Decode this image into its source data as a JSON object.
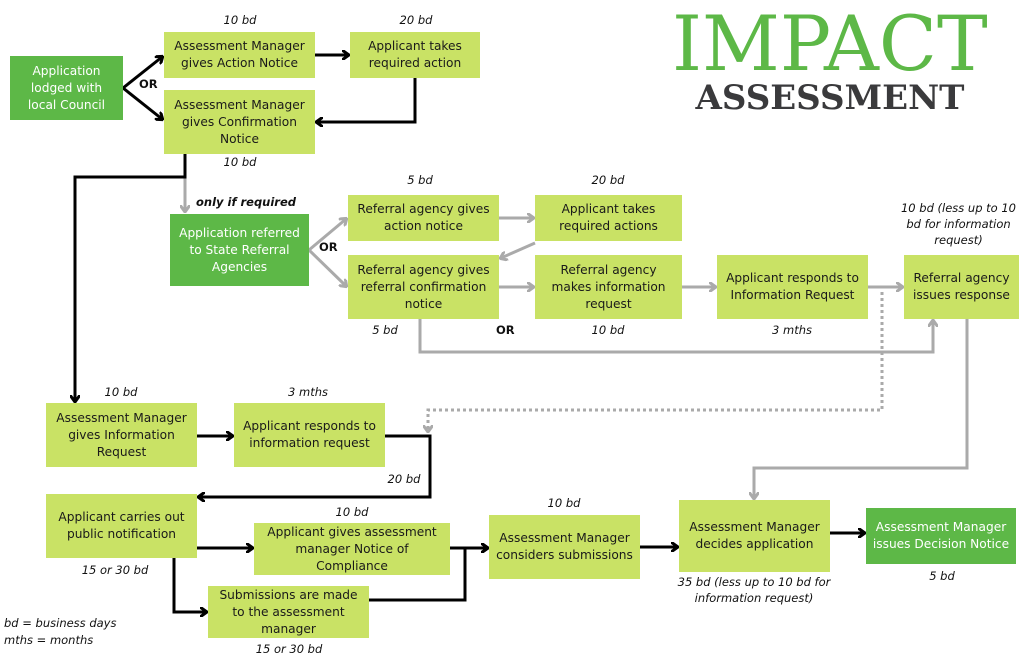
{
  "title": {
    "line1": "IMPACT",
    "line2": "ASSESSMENT"
  },
  "colors": {
    "dark_green": "#5db847",
    "light_green": "#c9e265",
    "title_green": "#5db847",
    "title_dark": "#3a3a3c",
    "grey_arrow": "#aaaaaa",
    "black_arrow": "#000000"
  },
  "boxes": {
    "lodged": "Application lodged with local Council",
    "am_action_notice": "Assessment Manager gives Action Notice",
    "applicant_action": "Applicant takes required action",
    "am_confirmation": "Assessment Manager gives Confirmation Notice",
    "referred": "Application referred to State Referral Agencies",
    "ra_action_notice": "Referral agency gives action notice",
    "ra_confirmation": "Referral agency gives referral confirmation notice",
    "applicant_actions": "Applicant takes required actions",
    "ra_info_request": "Referral agency makes information request",
    "applicant_responds_ra": "Applicant responds to Information Request",
    "ra_response": "Referral agency issues response",
    "am_info_request": "Assessment Manager gives Information Request",
    "applicant_responds_am": "Applicant responds to information request",
    "public_notification": "Applicant carries out public notification",
    "notice_compliance": "Applicant gives assessment manager Notice of Compliance",
    "submissions": "Submissions are made to the assessment manager",
    "am_considers": "Assessment Manager considers submissions",
    "am_decides": "Assessment Manager decides application",
    "decision_notice": "Assessment Manager issues Decision Notice"
  },
  "labels": {
    "t_action_notice": "10 bd",
    "t_applicant_action": "20 bd",
    "t_confirmation": "10 bd",
    "only_if_required": "only if required",
    "t_ra_action": "5 bd",
    "t_applicant_actions": "20 bd",
    "t_ra_response": "10 bd (less up to 10 bd for information request)",
    "t_ra_confirmation": "5 bd",
    "t_ra_info": "10 bd",
    "t_applicant_resp_ra": "3 mths",
    "t_am_info": "10 bd",
    "t_applicant_resp_am": "3 mths",
    "t_20bd": "20 bd",
    "t_notice_compliance": "10 bd",
    "t_considers": "10 bd",
    "t_public_notification": "15 or 30 bd",
    "t_decides": "35 bd (less up to 10 bd for information request)",
    "t_decision_notice": "5 bd",
    "t_submissions": "15 or 30 bd",
    "or1": "OR",
    "or2": "OR",
    "or3": "OR"
  },
  "legend": {
    "bd": "bd = business days",
    "mths": "mths = months"
  }
}
